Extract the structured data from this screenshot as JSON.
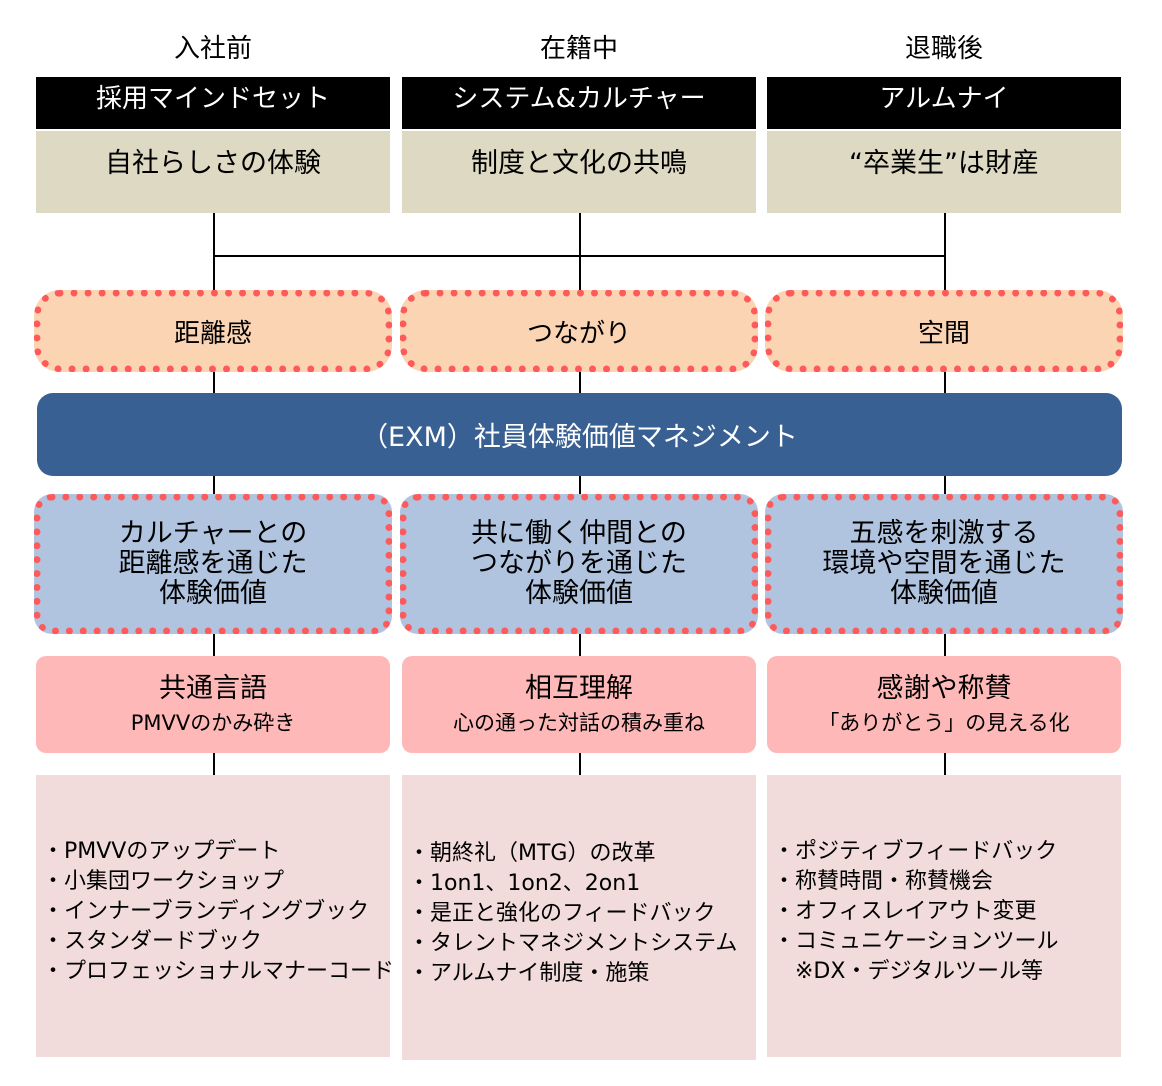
{
  "columns": [
    {
      "phase": "入社前",
      "header": "採用マインドセット",
      "subtitle": "自社らしさの体験",
      "factor": "距離感",
      "value": [
        "カルチャーとの",
        "距離感を通じた",
        "体験価値"
      ],
      "theme_title": "共通言語",
      "theme_sub": "PMVVのかみ砕き",
      "items": [
        "・PMVVのアップデート",
        "・小集団ワークショップ",
        "・インナーブランディングブック",
        "・スタンダードブック",
        "・プロフェッショナルマナーコード"
      ]
    },
    {
      "phase": "在籍中",
      "header": "システム&カルチャー",
      "subtitle": "制度と文化の共鳴",
      "factor": "つながり",
      "value": [
        "共に働く仲間との",
        "つながりを通じた",
        "体験価値"
      ],
      "theme_title": "相互理解",
      "theme_sub": "心の通った対話の積み重ね",
      "items": [
        "・朝終礼（MTG）の改革",
        "・1on1、1on2、2on1",
        "・是正と強化のフィードバック",
        "・タレントマネジメントシステム",
        "・アルムナイ制度・施策"
      ]
    },
    {
      "phase": "退職後",
      "header": "アルムナイ",
      "subtitle": "“卒業生”は財産",
      "factor": "空間",
      "value": [
        "五感を刺激する",
        "環境や空間を通じた",
        "体験価値"
      ],
      "theme_title": "感謝や称賛",
      "theme_sub": "「ありがとう」の見える化",
      "items": [
        "・ポジティブフィードバック",
        "・称賛時間・称賛機会",
        "・オフィスレイアウト変更",
        "・コミュニケーションツール",
        "　※DX・デジタルツール等"
      ]
    }
  ],
  "exm_label": "（EXM）社員体験価値マネジメント",
  "colors": {
    "header": "#000000",
    "subtitle": "#ddd9c3",
    "factor": "#fbd4b4",
    "dotted_border": "#ff5a5a",
    "exm": "#386092",
    "value": "#b0c4e0",
    "theme": "#ffb8b8",
    "items": "#f1dcdb"
  }
}
